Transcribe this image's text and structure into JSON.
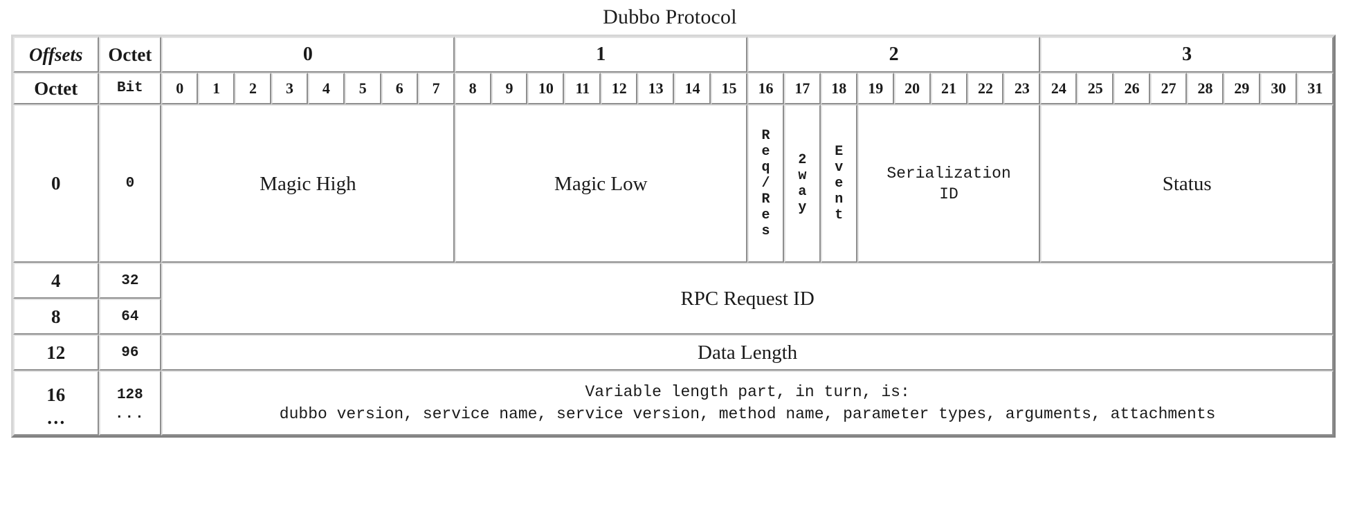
{
  "title": "Dubbo Protocol",
  "header": {
    "corner_offsets": "Offsets",
    "corner_octet_top": "Octet",
    "corner_octet_left": "Octet",
    "corner_bit": "Bit",
    "octet_groups": [
      "0",
      "1",
      "2",
      "3"
    ],
    "bits": [
      "0",
      "1",
      "2",
      "3",
      "4",
      "5",
      "6",
      "7",
      "8",
      "9",
      "10",
      "11",
      "12",
      "13",
      "14",
      "15",
      "16",
      "17",
      "18",
      "19",
      "20",
      "21",
      "22",
      "23",
      "24",
      "25",
      "26",
      "27",
      "28",
      "29",
      "30",
      "31"
    ]
  },
  "rows": [
    {
      "octet": "0",
      "bit": "0",
      "fields": [
        {
          "label": "Magic High",
          "bits": 8,
          "style": "serif"
        },
        {
          "label": "Magic Low",
          "bits": 8,
          "style": "serif"
        },
        {
          "label": "Req/Res",
          "bits": 1,
          "style": "vertical",
          "chars": [
            "R",
            "e",
            "q",
            "/",
            "R",
            "e",
            "s"
          ]
        },
        {
          "label": "2way",
          "bits": 1,
          "style": "vertical",
          "chars": [
            "2",
            "w",
            "a",
            "y"
          ]
        },
        {
          "label": "Event",
          "bits": 1,
          "style": "vertical",
          "chars": [
            "E",
            "v",
            "e",
            "n",
            "t"
          ]
        },
        {
          "label": "Serialization\nID",
          "bits": 5,
          "style": "mono"
        },
        {
          "label": "Status",
          "bits": 8,
          "style": "serif"
        }
      ]
    },
    {
      "octet": "4",
      "bit": "32",
      "fields": [
        {
          "label": "RPC Request ID",
          "bits": 32,
          "style": "serif",
          "rowspan": 2
        }
      ]
    },
    {
      "octet": "8",
      "bit": "64",
      "fields": []
    },
    {
      "octet": "12",
      "bit": "96",
      "fields": [
        {
          "label": "Data Length",
          "bits": 32,
          "style": "serif"
        }
      ]
    },
    {
      "octet": "16",
      "octet_more": "…",
      "bit": "128",
      "bit_more": "...",
      "fields": [
        {
          "label": "Variable length part, in turn, is:",
          "label2": "dubbo version, service name, service version, method name, parameter types, arguments, attachments",
          "bits": 32,
          "style": "mono-2line"
        }
      ]
    }
  ]
}
